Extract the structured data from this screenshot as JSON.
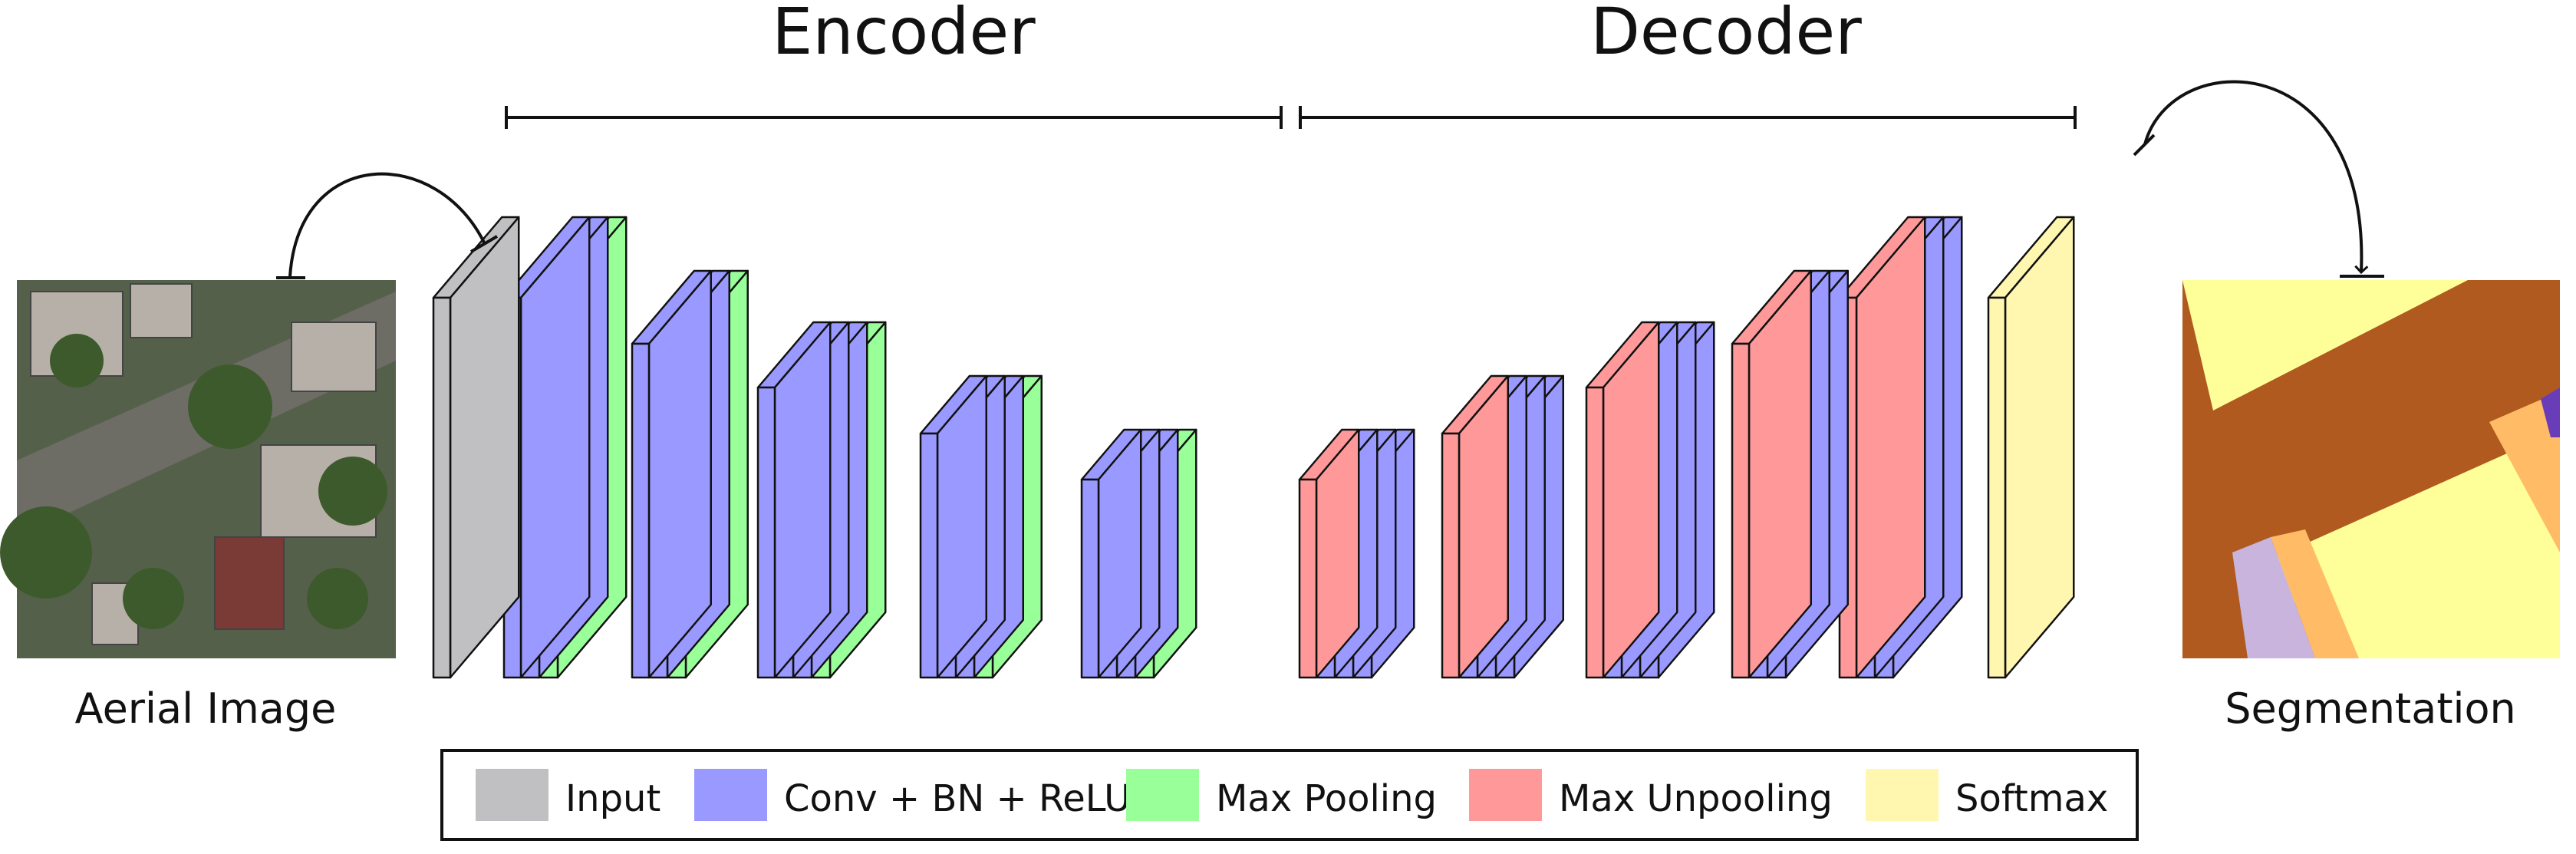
{
  "titles": {
    "encoder": "Encoder",
    "decoder": "Decoder"
  },
  "captions": {
    "input": "Aerial Image",
    "output": "Segmentation"
  },
  "legend": [
    {
      "key": "input",
      "label": "Input",
      "color": "#c0bfc1"
    },
    {
      "key": "conv",
      "label": "Conv + BN + ReLU",
      "color": "#9999ff"
    },
    {
      "key": "pool",
      "label": "Max Pooling",
      "color": "#99ff99"
    },
    {
      "key": "unpool",
      "label": "Max Unpooling",
      "color": "#ff9999"
    },
    {
      "key": "softmax",
      "label": "Softmax",
      "color": "#fff7b0"
    }
  ],
  "encoder_stages": [
    [
      "input"
    ],
    [
      "conv",
      "conv",
      "pool"
    ],
    [
      "conv",
      "conv",
      "pool"
    ],
    [
      "conv",
      "conv",
      "conv",
      "pool"
    ],
    [
      "conv",
      "conv",
      "conv",
      "pool"
    ],
    [
      "conv",
      "conv",
      "conv",
      "pool"
    ]
  ],
  "decoder_stages": [
    [
      "unpool",
      "conv",
      "conv",
      "conv"
    ],
    [
      "unpool",
      "conv",
      "conv",
      "conv"
    ],
    [
      "unpool",
      "conv",
      "conv",
      "conv"
    ],
    [
      "unpool",
      "conv",
      "conv"
    ],
    [
      "unpool",
      "conv",
      "conv"
    ],
    [
      "softmax"
    ]
  ],
  "segmentation_colors": [
    "#ffff99",
    "#b05a20",
    "#ffbb66",
    "#c8b4dc",
    "#6a3db8"
  ],
  "aerial_colors": [
    "#55604a",
    "#6d6d66",
    "#3d5a2c",
    "#9a8f86",
    "#b7b0a8",
    "#7a3b37"
  ]
}
